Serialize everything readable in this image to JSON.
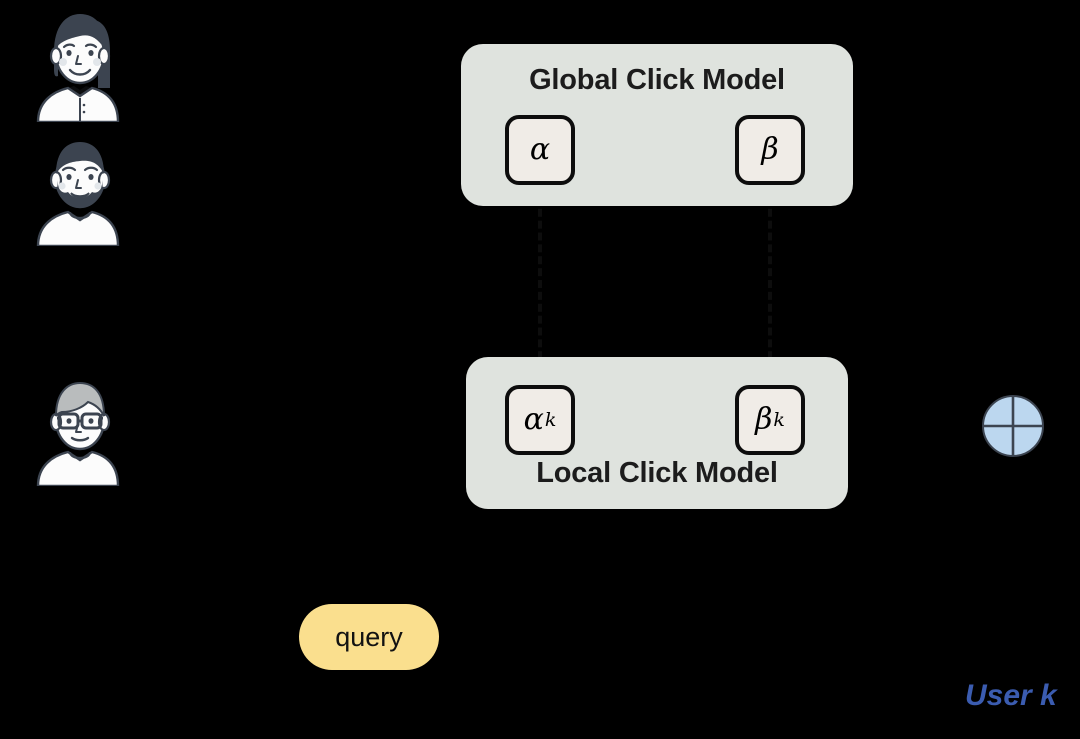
{
  "diagram": {
    "background_color": "#000000",
    "global_model": {
      "title": "Global Click Model",
      "box_color": "#dfe3de",
      "params": [
        {
          "name": "alpha-global",
          "symbol": "α",
          "subscript": ""
        },
        {
          "name": "beta-global",
          "symbol": "β",
          "subscript": ""
        }
      ]
    },
    "local_model": {
      "title": "Local Click Model",
      "box_color": "#dfe3de",
      "params": [
        {
          "name": "alpha-local",
          "symbol": "α",
          "subscript": "k"
        },
        {
          "name": "beta-local",
          "symbol": "β",
          "subscript": "k"
        }
      ]
    },
    "query_node": {
      "label": "query",
      "color": "#fadf8e"
    },
    "user_label": {
      "text": "User k",
      "color": "#3b5cb0"
    },
    "target_circle": {
      "name": "relevance-target-icon",
      "fill": "#bcd7ef",
      "stroke": "#3c4450"
    },
    "avatars": [
      {
        "name": "avatar-user-1",
        "description": "woman-with-ponytail"
      },
      {
        "name": "avatar-user-2",
        "description": "bearded-man"
      },
      {
        "name": "avatar-user-k",
        "description": "man-with-glasses"
      }
    ],
    "connectors": [
      {
        "name": "alpha-connector",
        "style": "dashed-arrow-down",
        "from": "alpha-global",
        "to": "alpha-local"
      },
      {
        "name": "beta-connector",
        "style": "dashed-arrow-down",
        "from": "beta-global",
        "to": "beta-local"
      }
    ]
  }
}
